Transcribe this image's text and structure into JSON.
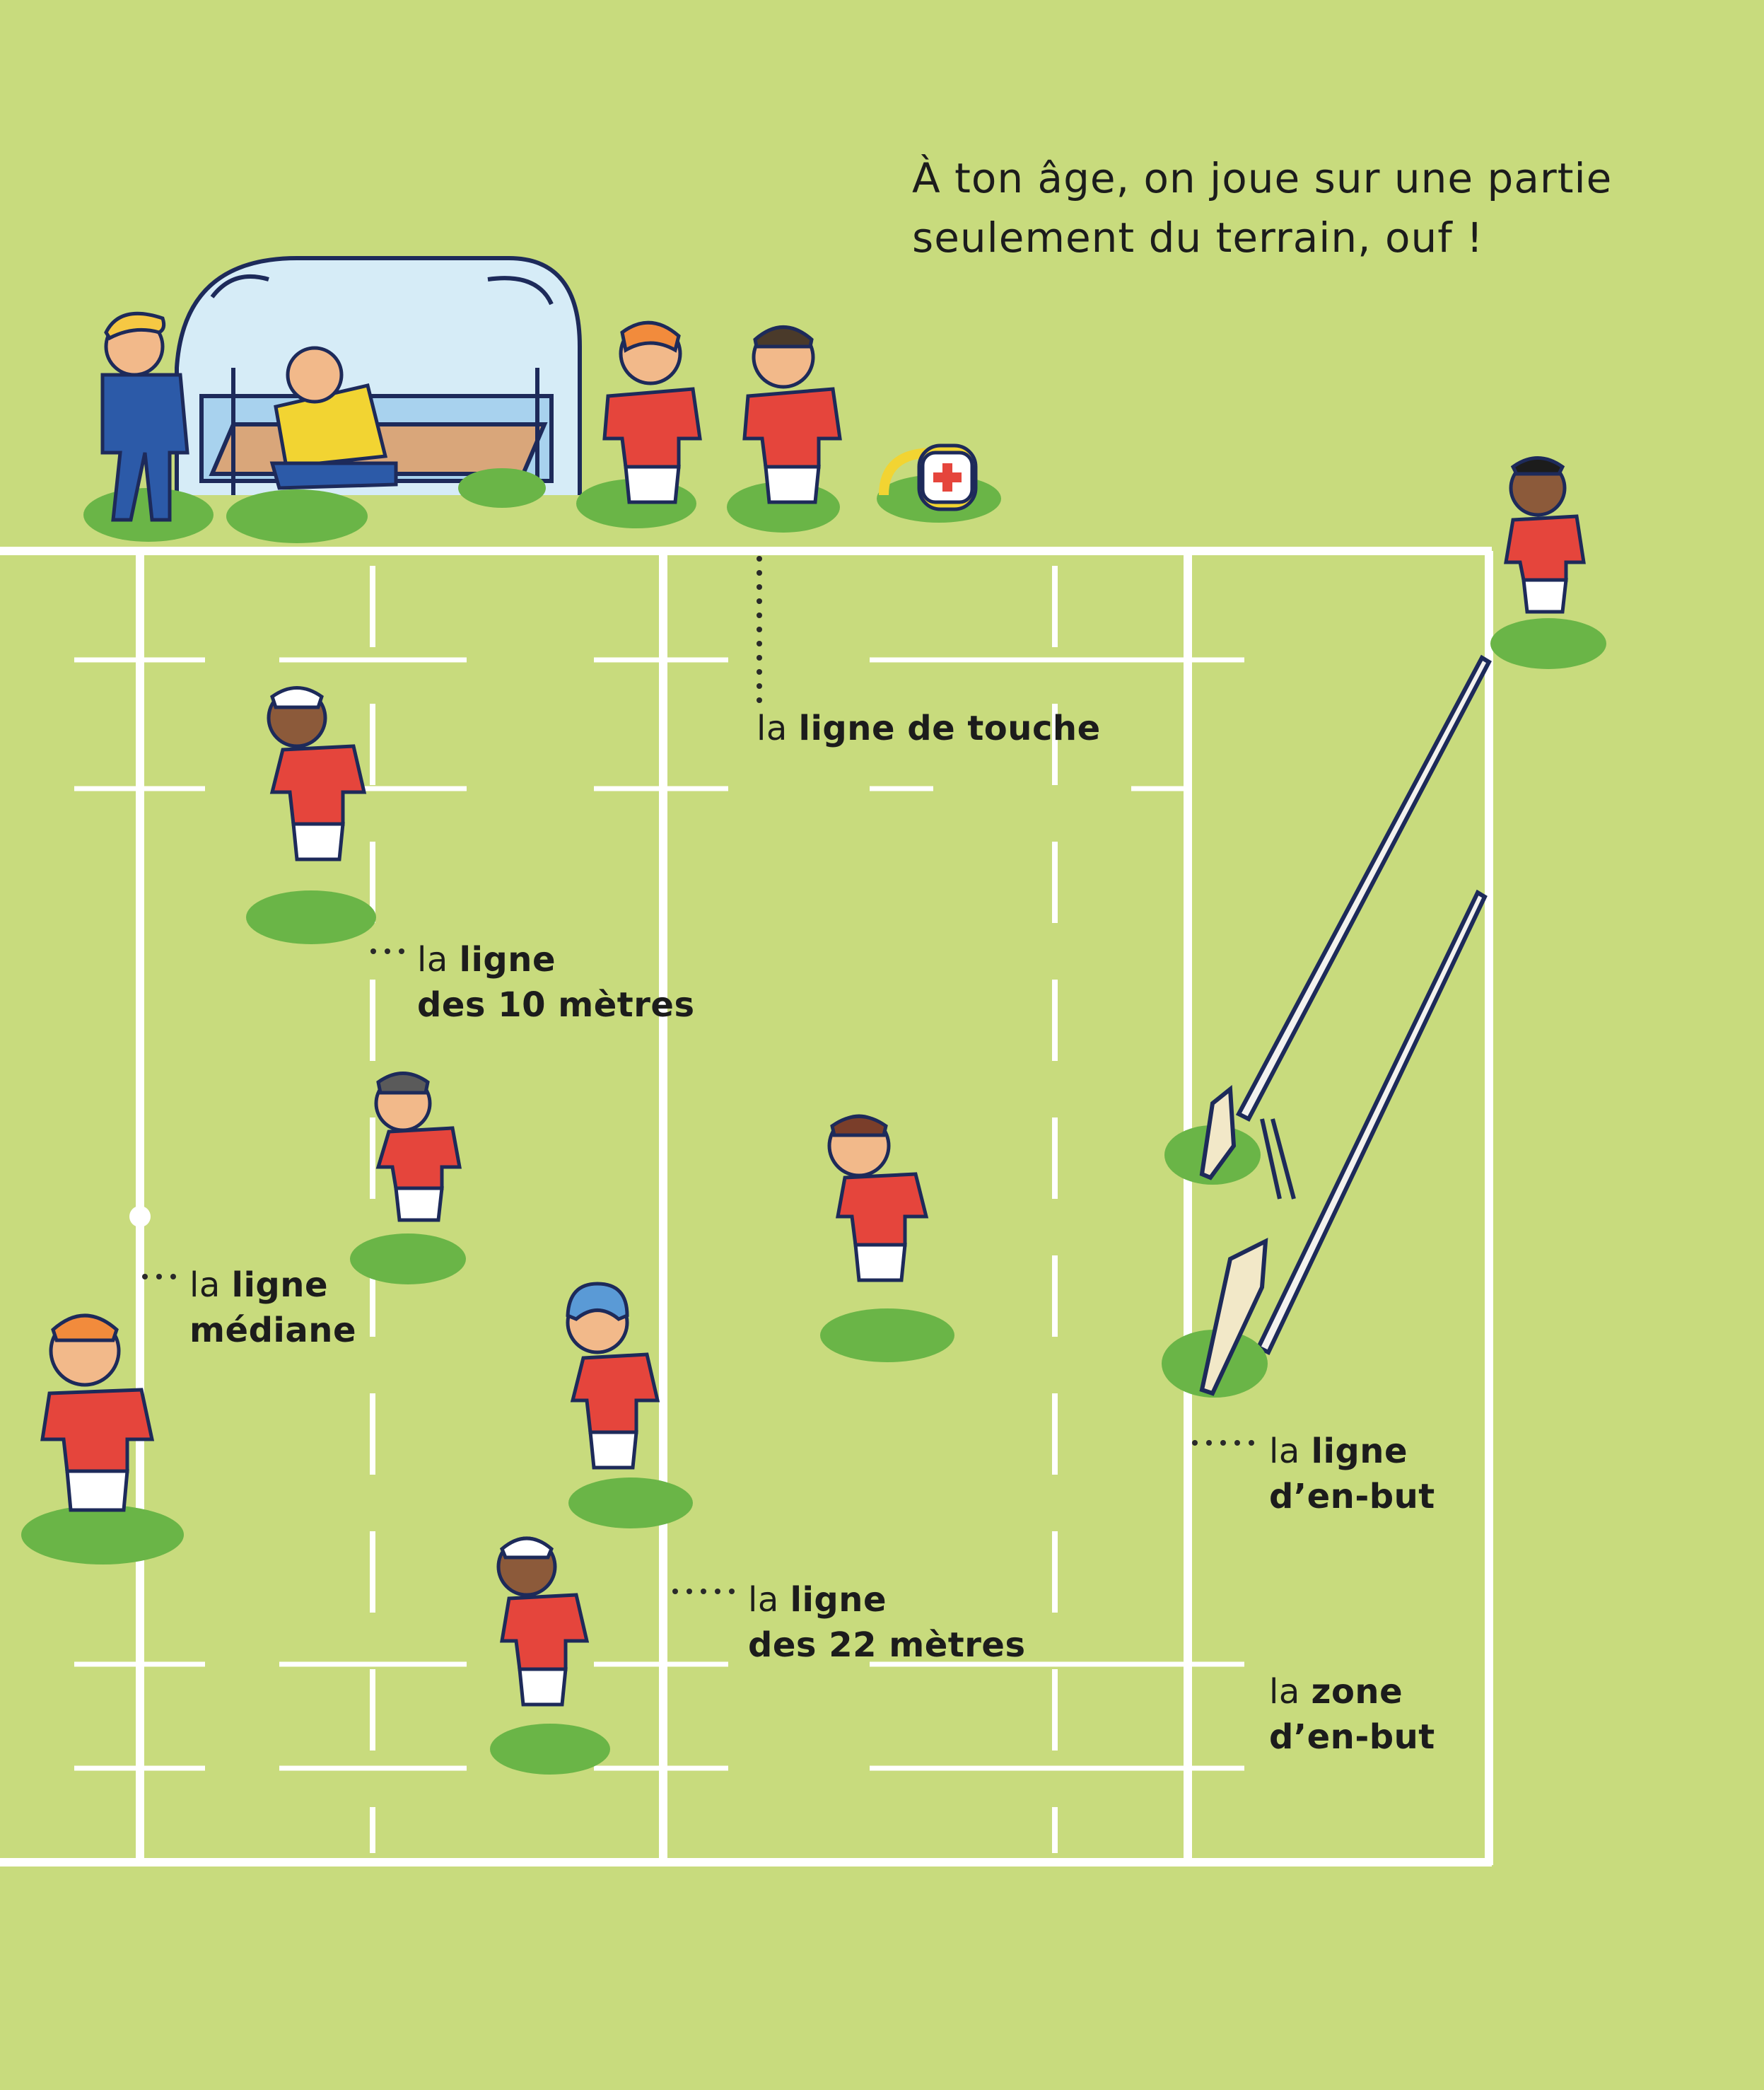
{
  "intro_text": [
    "À ton âge, on joue sur une partie",
    "seulement du terrain, ouf !"
  ],
  "labels": {
    "touche": {
      "article": "la",
      "name": "ligne de touche"
    },
    "dix_metres": {
      "article": "la",
      "name_1": "ligne",
      "name_2": "des 10 mètres"
    },
    "mediane": {
      "article": "la",
      "name_1": "ligne",
      "name_2": "médiane"
    },
    "vingt_deux": {
      "article": "la",
      "name_1": "ligne",
      "name_2": "des 22 mètres"
    },
    "en_but_ligne": {
      "article": "la",
      "name_1": "ligne",
      "name_2": "d’en-but"
    },
    "en_but_zone": {
      "article": "la",
      "name_1": "zone",
      "name_2": "d’en-but"
    }
  },
  "icons": [
    "dugout-icon",
    "first-aid-kit-icon",
    "goal-posts-icon",
    "player-icon",
    "coach-icon"
  ],
  "colors": {
    "grass": "#c8db7d",
    "line": "#ffffff",
    "jersey": "#e5453c",
    "coach": "#2c5aa8",
    "sub": "#f2d432"
  }
}
